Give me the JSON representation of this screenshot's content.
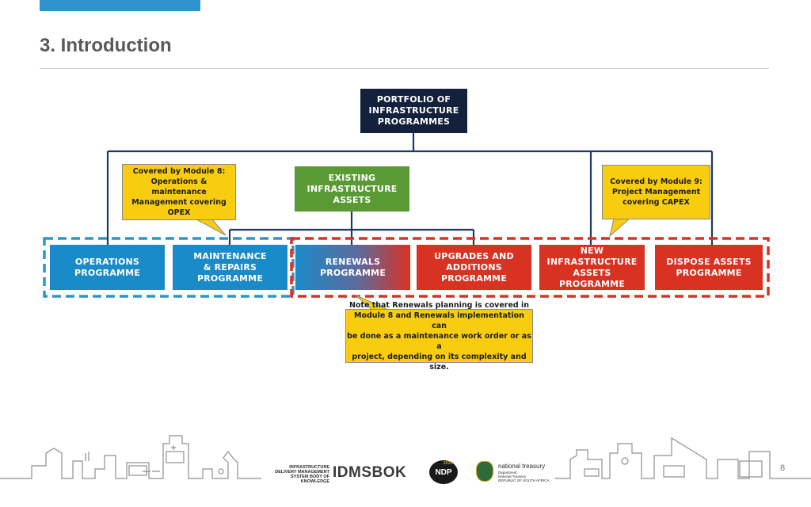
{
  "header": {
    "title": "3.  Introduction"
  },
  "diagram": {
    "root": "PORTFOLIO OF\nINFRASTRUCTURE\nPROGRAMMES",
    "existing": "EXISTING\nINFRASTRUCTURE\nASSETS",
    "programmes": [
      {
        "label": "OPERATIONS\nPROGRAMME",
        "color": "#1a8ac9"
      },
      {
        "label": "MAINTENANCE\n& REPAIRS\nPROGRAMME",
        "color": "#1a8ac9"
      },
      {
        "label": "RENEWALS\nPROGRAMME",
        "color": "gradient"
      },
      {
        "label": "UPGRADES AND\nADDITIONS\nPROGRAMME",
        "color": "#d83222"
      },
      {
        "label": "NEW\nINFRASTRUCTURE\nASSETS PROGRAMME",
        "color": "#d83222"
      },
      {
        "label": "DISPOSE ASSETS\nPROGRAMME",
        "color": "#d83222"
      }
    ],
    "callouts": {
      "module8": "Covered by Module 8:\nOperations & maintenance\nManagement covering\nOPEX",
      "module9": "Covered by Module 9:\nProject Management\ncovering CAPEX",
      "renewals_note": "Note that Renewals planning is covered in\nModule 8 and Renewals implementation can\nbe done as a maintenance work order or as a\nproject, depending on its complexity and size."
    },
    "colors": {
      "navy": "#14213d",
      "green": "#5a9a34",
      "blue": "#1a8ac9",
      "red": "#d83222",
      "yellow": "#f8cd10",
      "dash_blue": "#2f93d0",
      "dash_red": "#d83222"
    }
  },
  "footer": {
    "idms_small": "INFRASTRUCTURE\nDELIVERY MANAGEMENT\nSYSTEM BODY OF KNOWLEDGE",
    "idms_big": "IDMSBOK",
    "ndp": "NDP",
    "ndp_year": "2030",
    "treasury": "national treasury",
    "treasury_sub": "Department:\nNational Treasury\nREPUBLIC OF SOUTH AFRICA",
    "page_number": "8"
  }
}
